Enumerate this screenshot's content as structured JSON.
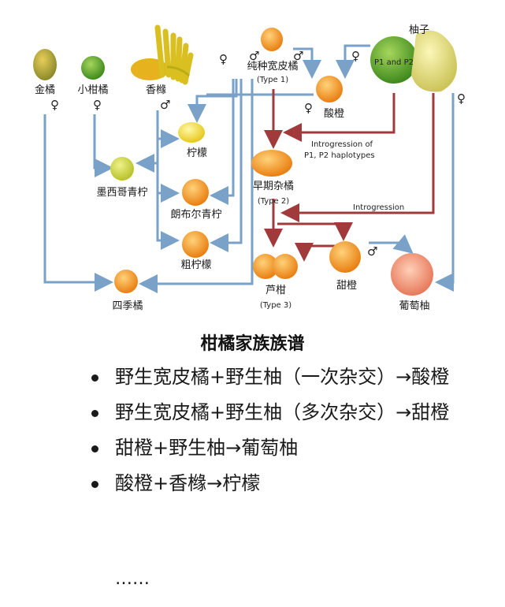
{
  "diagram": {
    "nodes": {
      "kumquat": "金橘",
      "calamondin": "小柑橘",
      "citron": "香橼",
      "mandarin": "纯种宽皮橘",
      "mandarin_type": "(Type 1)",
      "pomelo": "柚子",
      "pomelo_haplotypes": "P1 and P2",
      "sour_orange": "酸橙",
      "lemon": "柠檬",
      "mexican_lime": "墨西哥青柠",
      "early_hybrid": "早期杂橘",
      "early_hybrid_type": "(Type 2)",
      "rangpur": "朗布尔青柠",
      "rough_lemon": "粗柠檬",
      "calamansi": "四季橘",
      "ponkan": "芦柑",
      "ponkan_type": "(Type 3)",
      "sweet_orange": "甜橙",
      "grapefruit": "葡萄柚"
    },
    "annotations": {
      "introgression_p": "Introgression of",
      "introgression_p2": "P1, P2 haplotypes",
      "introgression": "Introgression"
    },
    "symbols": {
      "female": "♀",
      "male": "♂"
    },
    "colors": {
      "arrow_blue": "#7aa2c8",
      "arrow_red": "#a13a3a"
    }
  },
  "caption": "柑橘家族族谱",
  "bullets": [
    "野生宽皮橘+野生柚（一次杂交）→酸橙",
    "野生宽皮橘+野生柚（多次杂交）→甜橙",
    "甜橙+野生柚→葡萄柚",
    "酸橙+香橼→柠檬"
  ],
  "ellipsis": "……"
}
